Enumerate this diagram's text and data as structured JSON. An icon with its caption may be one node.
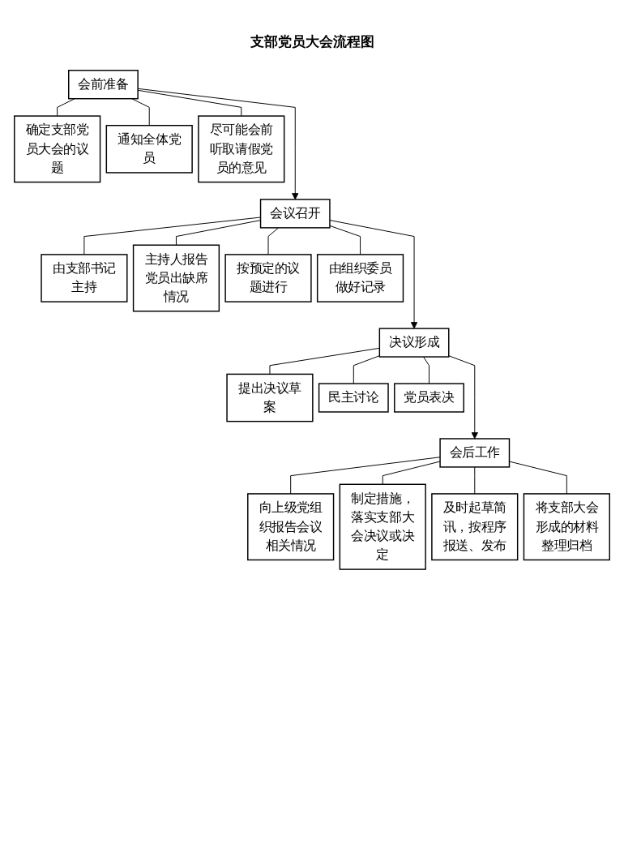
{
  "diagram": {
    "title": "支部党员大会流程图",
    "nodes": [
      {
        "text": [
          "会前准备"
        ]
      },
      {
        "text": [
          "确定支部党员大会的议题"
        ]
      },
      {
        "text": [
          "通知全体党员"
        ]
      },
      {
        "text": [
          "尽可能会前听取请假党员的意见"
        ]
      },
      {
        "text": [
          "会议召开"
        ]
      },
      {
        "text": [
          "由支部书记主持"
        ]
      },
      {
        "text": [
          "主持人报告党员出缺席情况"
        ]
      },
      {
        "text": [
          "按预定的议题进行"
        ]
      },
      {
        "text": [
          "由组织委员做好记录"
        ]
      },
      {
        "text": [
          "决议形成"
        ]
      },
      {
        "text": [
          "提出决议草案"
        ]
      },
      {
        "text": [
          "民主讨论"
        ]
      },
      {
        "text": [
          "党员表决"
        ]
      },
      {
        "text": [
          "会后工作"
        ]
      },
      {
        "text": [
          "向上级党组织报告会议相关情况"
        ]
      },
      {
        "text": [
          "制定措施，落实支部大会决议或决定"
        ]
      },
      {
        "text": [
          "及时起草简讯，按程序报送、发布"
        ]
      },
      {
        "text": [
          "将支部大会形成的材料整理归档"
        ]
      }
    ],
    "edges": [
      {
        "from": 0,
        "to": 1,
        "arrow": "none"
      },
      {
        "from": 0,
        "to": 2,
        "arrow": "none"
      },
      {
        "from": 0,
        "to": 3,
        "arrow": "none"
      },
      {
        "from": 0,
        "to": 4,
        "arrow": "to"
      },
      {
        "from": 4,
        "to": 5,
        "arrow": "none"
      },
      {
        "from": 4,
        "to": 6,
        "arrow": "none"
      },
      {
        "from": 4,
        "to": 7,
        "arrow": "none"
      },
      {
        "from": 4,
        "to": 8,
        "arrow": "none"
      },
      {
        "from": 4,
        "to": 9,
        "arrow": "to"
      },
      {
        "from": 9,
        "to": 10,
        "arrow": "none"
      },
      {
        "from": 9,
        "to": 11,
        "arrow": "none"
      },
      {
        "from": 9,
        "to": 12,
        "arrow": "none"
      },
      {
        "from": 9,
        "to": 13,
        "arrow": "to"
      },
      {
        "from": 13,
        "to": 14,
        "arrow": "none"
      },
      {
        "from": 13,
        "to": 15,
        "arrow": "none"
      },
      {
        "from": 13,
        "to": 16,
        "arrow": "none"
      },
      {
        "from": 13,
        "to": 17,
        "arrow": "none"
      }
    ]
  }
}
